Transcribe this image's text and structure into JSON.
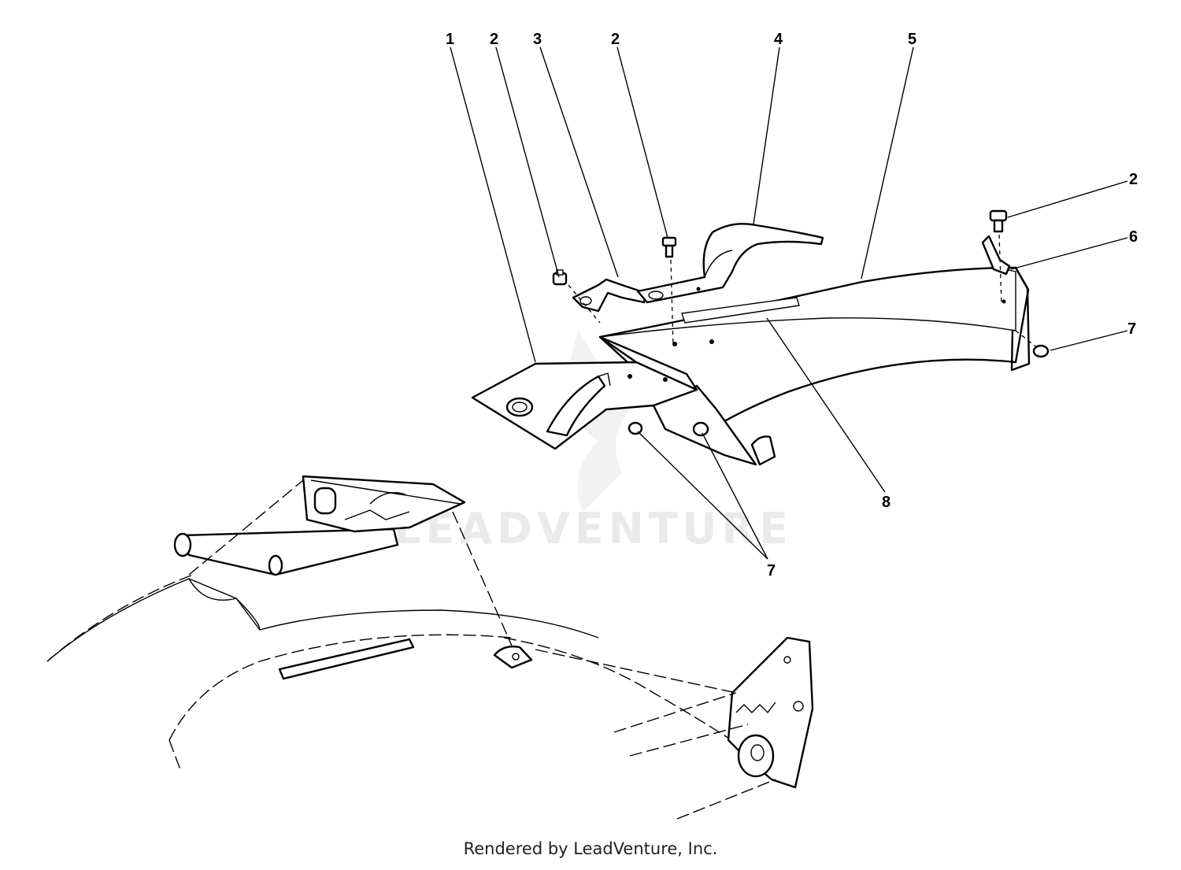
{
  "callouts": [
    {
      "id": "c1",
      "label": "1"
    },
    {
      "id": "c2a",
      "label": "2"
    },
    {
      "id": "c3",
      "label": "3"
    },
    {
      "id": "c2b",
      "label": "2"
    },
    {
      "id": "c4",
      "label": "4"
    },
    {
      "id": "c5",
      "label": "5"
    },
    {
      "id": "c2c",
      "label": "2"
    },
    {
      "id": "c6",
      "label": "6"
    },
    {
      "id": "c7a",
      "label": "7"
    },
    {
      "id": "c8",
      "label": "8"
    },
    {
      "id": "c7b",
      "label": "7"
    }
  ],
  "watermark": {
    "text": "LEADVENTURE"
  },
  "footer": {
    "text": "Rendered by LeadVenture, Inc."
  }
}
